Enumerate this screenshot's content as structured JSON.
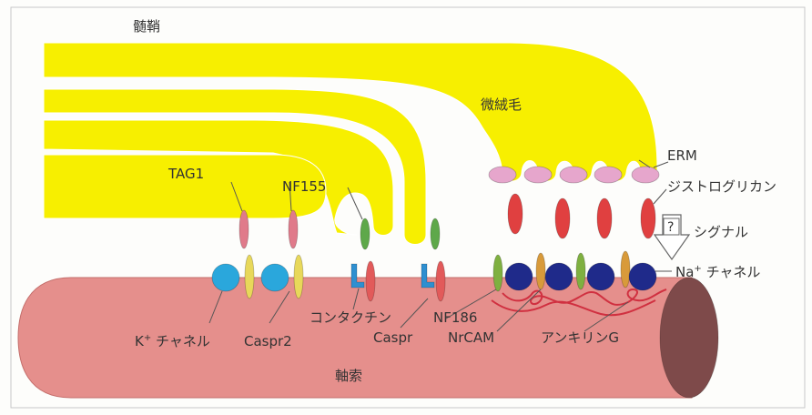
{
  "labels": {
    "myelin": "髄鞘",
    "microvilli": "微絨毛",
    "erm": "ERM",
    "dystroglycan": "ジストログリカン",
    "tag1": "TAG1",
    "nf155": "NF155",
    "question": "?",
    "signal": "シグナル",
    "na_channel_prefix": "Na",
    "na_channel_sup": "+",
    "na_channel_suffix": " チャネル",
    "k_channel_prefix": "K",
    "k_channel_sup": "+",
    "k_channel_suffix": " チャネル",
    "caspr2": "Caspr2",
    "contactin": "コンタクチン",
    "caspr": "Caspr",
    "nf186": "NF186",
    "nrcam": "NrCAM",
    "ankyrin_g": "アンキリンG",
    "axon": "軸索"
  },
  "colors": {
    "myelin": "#f7ef00",
    "axon": "#e58f8c",
    "axon_end": "#7e4a4a",
    "k_channel": "#2aa7dc",
    "na_channel": "#1f2a8a",
    "caspr": "#e25a5a",
    "caspr2": "#e8d85a",
    "nf155": "#5ea84a",
    "contactin": "#2e8fd0",
    "erm": "#e6a6cc",
    "dystroglycan": "#e04040",
    "tag1": "#e07a8a",
    "nf186": "#7fb040",
    "nrcam": "#d89a3a",
    "ankyrin": "#d03040"
  }
}
